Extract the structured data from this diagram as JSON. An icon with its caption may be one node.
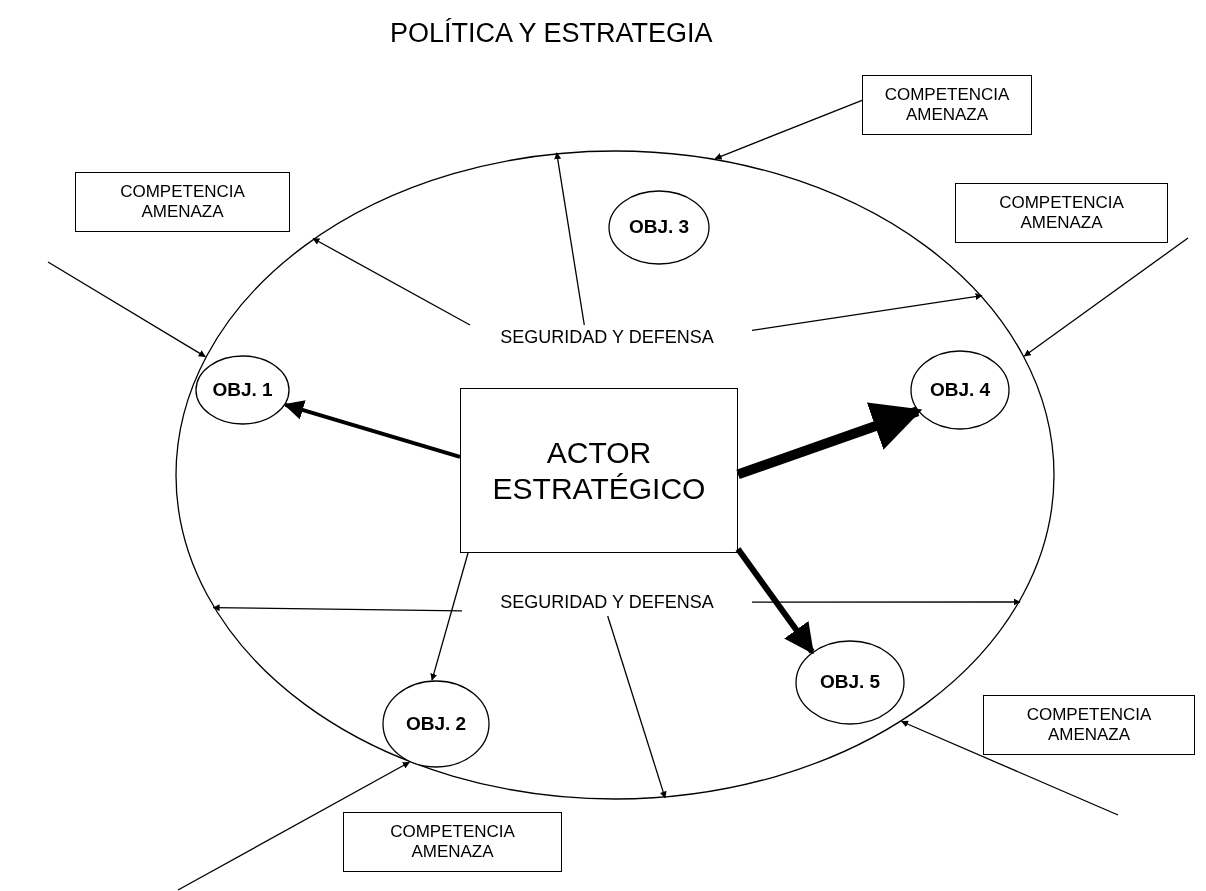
{
  "diagram": {
    "title": "POLÍTICA Y ESTRATEGIA",
    "nodes": [
      {
        "text": [],
        "shape": "ellipse"
      },
      {
        "text": [
          "ACTOR ESTRATÉGICO"
        ],
        "in": 0
      },
      {
        "text": [
          "OBJ. 1"
        ],
        "in": 0
      },
      {
        "text": [
          "OBJ. 2"
        ],
        "in": 0
      },
      {
        "text": [
          "OBJ. 3"
        ],
        "in": 0
      },
      {
        "text": [
          "OBJ. 4"
        ],
        "in": 0
      },
      {
        "text": [
          "OBJ. 5"
        ],
        "in": 0
      },
      {
        "text": [
          "SEGURIDAD Y DEFENSA"
        ],
        "in": 0
      },
      {
        "text": [
          "SEGURIDAD Y DEFENSA"
        ],
        "in": 0
      },
      {
        "text": [
          "COMPETENCIA AMENAZA"
        ]
      },
      {
        "text": [
          "COMPETENCIA AMENAZA"
        ]
      },
      {
        "text": [
          "COMPETENCIA AMENAZA"
        ]
      },
      {
        "text": [
          "COMPETENCIA AMENAZA"
        ]
      },
      {
        "text": [
          "COMPETENCIA AMENAZA"
        ]
      }
    ],
    "edges": [
      {
        "from": 9,
        "to": 0,
        "arrow": "to"
      },
      {
        "from": null,
        "to": 0,
        "arrow": "to"
      },
      {
        "from": null,
        "to": 0,
        "arrow": "to"
      },
      {
        "from": null,
        "to": 0,
        "arrow": "to"
      },
      {
        "from": null,
        "to": 0,
        "arrow": "to"
      },
      {
        "from": 1,
        "to": 2,
        "arrow": "to",
        "style": "thick"
      },
      {
        "from": 1,
        "to": 5,
        "arrow": "to",
        "style": "thick"
      },
      {
        "from": 1,
        "to": 6,
        "arrow": "to",
        "style": "thick"
      },
      {
        "from": 1,
        "to": 3,
        "arrow": "to"
      },
      {
        "from": 7,
        "to": 0,
        "arrow": "to"
      },
      {
        "from": 7,
        "to": 0,
        "arrow": "to"
      },
      {
        "from": 7,
        "to": 0,
        "arrow": "to"
      },
      {
        "from": 8,
        "to": 0,
        "arrow": "to"
      },
      {
        "from": 8,
        "to": 0,
        "arrow": "to"
      },
      {
        "from": 8,
        "to": 0,
        "arrow": "to"
      }
    ]
  }
}
